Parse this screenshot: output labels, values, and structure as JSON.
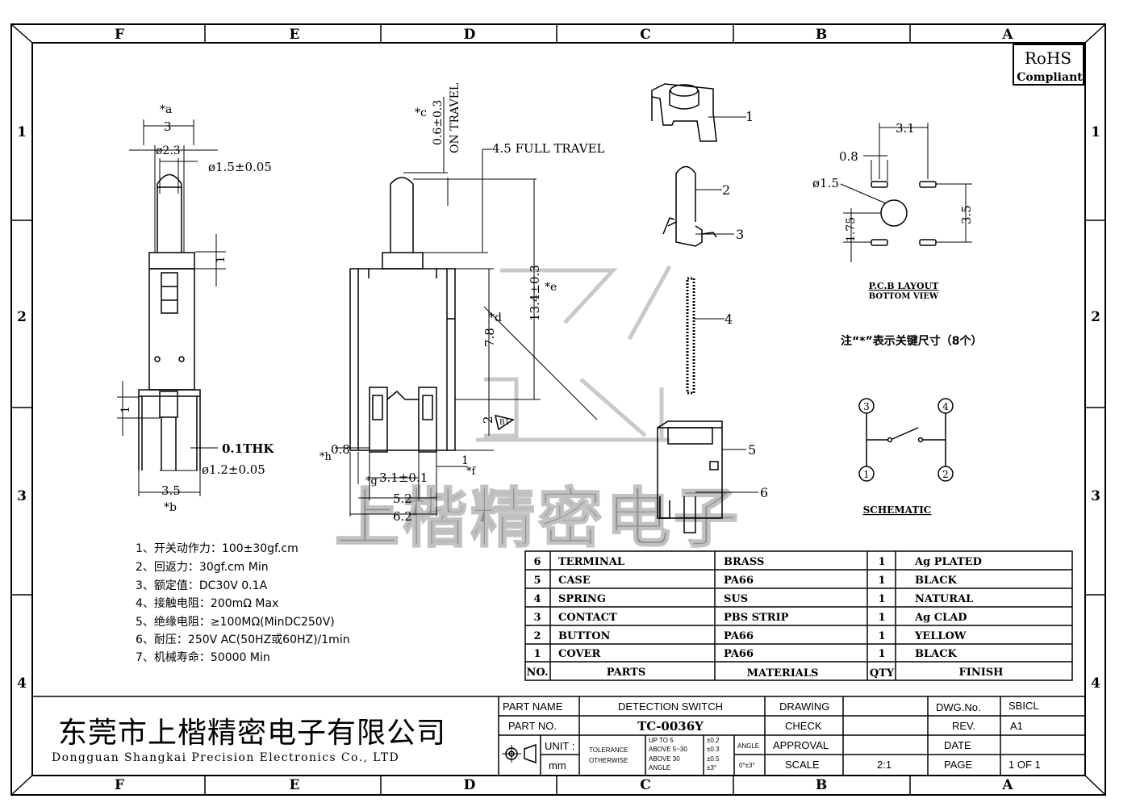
{
  "frame": {
    "cols": [
      "F",
      "E",
      "D",
      "C",
      "B",
      "A"
    ],
    "rows": [
      "1",
      "2",
      "3",
      "4"
    ]
  },
  "rohs": {
    "line1": "RoHS",
    "line2": "Compliant"
  },
  "side_view": {
    "a": "*a",
    "b": "*b",
    "w3": "3",
    "d23": "ø2.3",
    "d15": "ø1.5±0.05",
    "v1": "1",
    "v1b": "1",
    "thk": "0.1THK",
    "d12": "ø1.2±0.05",
    "w35": "3.5"
  },
  "front_view": {
    "c": "*c",
    "on_travel_val": "0.6±0.3",
    "on_travel": "ON TRAVEL",
    "full_travel": "4.5 FULL TRAVEL",
    "h134": "13.4±0.3",
    "e": "*e",
    "h78": "7.8",
    "d": "*d",
    "v2": "2",
    "b1": "B1",
    "h": "*h",
    "h08": "0.8",
    "f": "*f",
    "f1": "1",
    "g": "*g",
    "w31": "3.1±0.1",
    "w52": "5.2",
    "w62": "6.2"
  },
  "parts_callouts": [
    "1",
    "2",
    "3",
    "4",
    "5",
    "6"
  ],
  "pcb": {
    "w31": "3.1",
    "w08": "0.8",
    "d15": "ø1.5",
    "h175": "1.75",
    "h35": "3.5",
    "title": "P.C.B LAYOUT",
    "subtitle": "BOTTOM VIEW",
    "note": "注“*”表示关键尺寸（8个）"
  },
  "schematic": {
    "pins": [
      "3",
      "4",
      "1",
      "2"
    ],
    "title": "SCHEMATIC"
  },
  "specs": [
    "1、开关动作力：100±30gf.cm",
    "2、回返力：30gf.cm  Min",
    "3、额定值：DC30V 0.1A",
    "4、接触电阻：200mΩ  Max",
    "5、绝缘电阻：≥100MΩ(MinDC250V)",
    "6、耐压：250V AC(50HZ或60HZ)/1min",
    "7、机械寿命：50000 Min"
  ],
  "watermark": "上楷精密电子",
  "bom": {
    "rows": [
      {
        "no": "6",
        "part": "TERMINAL",
        "material": "BRASS",
        "qty": "1",
        "finish": "Ag PLATED"
      },
      {
        "no": "5",
        "part": "CASE",
        "material": "PA66",
        "qty": "1",
        "finish": "BLACK"
      },
      {
        "no": "4",
        "part": "SPRING",
        "material": "SUS",
        "qty": "1",
        "finish": "NATURAL"
      },
      {
        "no": "3",
        "part": "CONTACT",
        "material": "PBS STRIP",
        "qty": "1",
        "finish": "Ag CLAD"
      },
      {
        "no": "2",
        "part": "BUTTON",
        "material": "PA66",
        "qty": "1",
        "finish": "YELLOW"
      },
      {
        "no": "1",
        "part": "COVER",
        "material": "PA66",
        "qty": "1",
        "finish": "BLACK"
      }
    ],
    "header": {
      "no": "NO.",
      "part": "PARTS",
      "material": "MATERIALS",
      "qty": "QTY",
      "finish": "FINISH"
    }
  },
  "title_block": {
    "company_cn": "东莞市上楷精密电子有限公司",
    "company_en": "Dongguan Shangkai Precision Electronics Co., LTD",
    "part_name_label": "PART NAME",
    "part_name": "DETECTION SWITCH",
    "part_no_label": "PART NO.",
    "part_no": "TC-0036Y",
    "unit_label": "UNIT :",
    "unit": "mm",
    "tolerance_label": "TOLERANCE",
    "otherwise_label": "OTHERWISE",
    "tol": [
      {
        "range": "UP TO 5",
        "val": "±0.2"
      },
      {
        "range": "ABOVE 5~30",
        "val": "±0.3"
      },
      {
        "range": "ABOVE 30",
        "val": "±0.5"
      },
      {
        "range": "ANGLE",
        "val": "±3°"
      }
    ],
    "angle_label": "ANGLE",
    "angle_val": "0°±3°",
    "drawing_label": "DRAWING",
    "check_label": "CHECK",
    "approval_label": "APPROVAL",
    "scale_label": "SCALE",
    "scale": "2:1",
    "dwg_label": "DWG.No.",
    "dwg": "SBICL",
    "rev_label": "REV.",
    "rev": "A1",
    "date_label": "DATE",
    "page_label": "PAGE",
    "page": "1  OF  1"
  }
}
